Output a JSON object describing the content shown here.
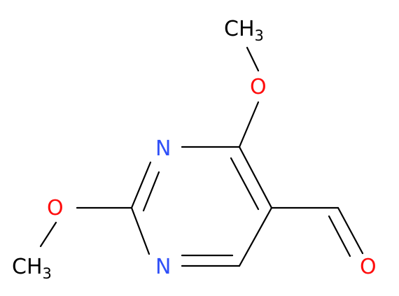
{
  "molecule": {
    "atoms": {
      "methyl_top": {
        "text": "CH",
        "sub": "3"
      },
      "methyl_left": {
        "text": "CH",
        "sub": "3"
      },
      "oxygen_top": {
        "text": "O"
      },
      "oxygen_left": {
        "text": "O"
      },
      "oxygen_aldehyde": {
        "text": "O"
      },
      "nitrogen_upper": {
        "text": "N"
      },
      "nitrogen_lower": {
        "text": "N"
      }
    },
    "colors": {
      "bond": "#000000",
      "oxygen": "#ff0d0d",
      "nitrogen": "#3050f8",
      "carbon": "#000000"
    }
  }
}
